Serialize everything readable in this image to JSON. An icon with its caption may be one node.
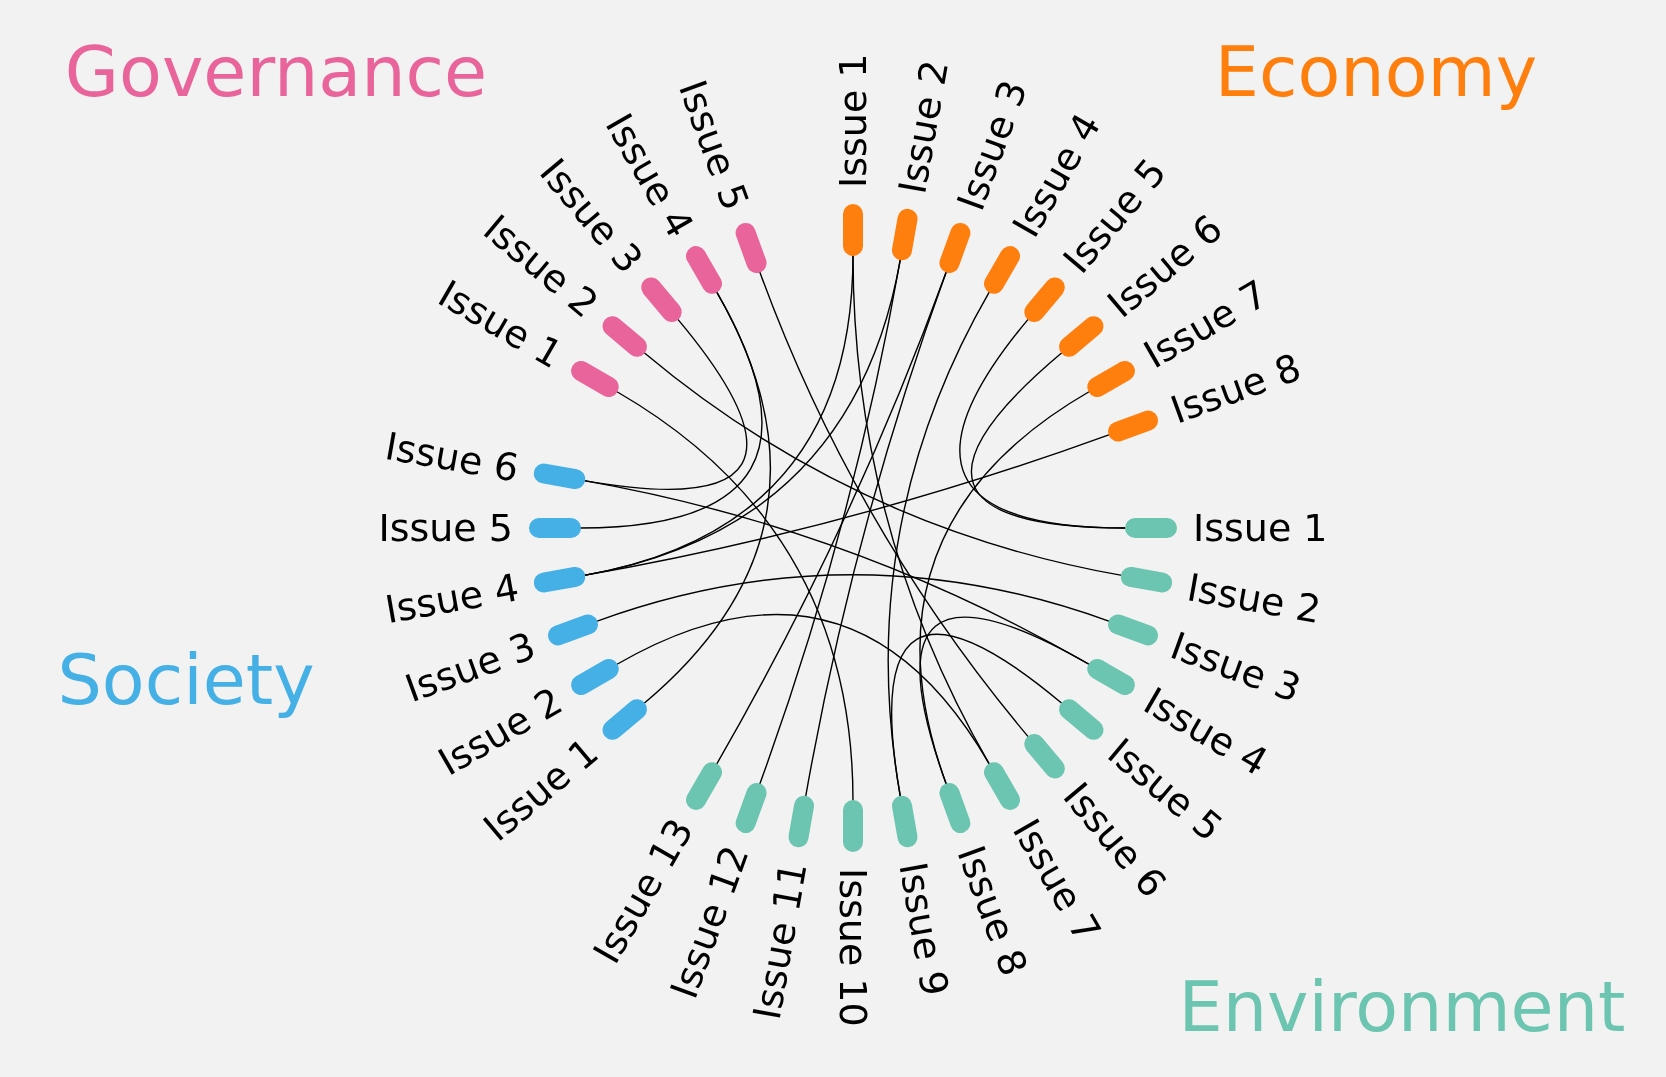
{
  "diagram": {
    "nodes": [
      {
        "text": [
          "Issue 1"
        ]
      },
      {
        "text": [
          "Issue 2"
        ]
      },
      {
        "text": [
          "Issue 3"
        ]
      },
      {
        "text": [
          "Issue 4"
        ]
      },
      {
        "text": [
          "Issue 5"
        ]
      },
      {
        "text": [
          "Issue 1"
        ]
      },
      {
        "text": [
          "Issue 2"
        ]
      },
      {
        "text": [
          "Issue 3"
        ]
      },
      {
        "text": [
          "Issue 4"
        ]
      },
      {
        "text": [
          "Issue 5"
        ]
      },
      {
        "text": [
          "Issue 6"
        ]
      },
      {
        "text": [
          "Issue 7"
        ]
      },
      {
        "text": [
          "Issue 8"
        ]
      },
      {
        "text": [
          "Issue 1"
        ]
      },
      {
        "text": [
          "Issue 2"
        ]
      },
      {
        "text": [
          "Issue 3"
        ]
      },
      {
        "text": [
          "Issue 4"
        ]
      },
      {
        "text": [
          "Issue 5"
        ]
      },
      {
        "text": [
          "Issue 6"
        ]
      },
      {
        "text": [
          "Issue 7"
        ]
      },
      {
        "text": [
          "Issue 8"
        ]
      },
      {
        "text": [
          "Issue 9"
        ]
      },
      {
        "text": [
          "Issue 10"
        ]
      },
      {
        "text": [
          "Issue 11"
        ]
      },
      {
        "text": [
          "Issue 12"
        ]
      },
      {
        "text": [
          "Issue 13"
        ]
      },
      {
        "text": [
          "Issue 1"
        ]
      },
      {
        "text": [
          "Issue 2"
        ]
      },
      {
        "text": [
          "Issue 3"
        ]
      },
      {
        "text": [
          "Issue 4"
        ]
      },
      {
        "text": [
          "Issue 5"
        ]
      },
      {
        "text": [
          "Issue 6"
        ]
      }
    ],
    "edges": [
      {
        "from": 0,
        "to": 22,
        "arrow": "none"
      },
      {
        "from": 1,
        "to": 14,
        "arrow": "none"
      },
      {
        "from": 2,
        "to": 31,
        "arrow": "none"
      },
      {
        "from": 3,
        "to": 30,
        "arrow": "none"
      },
      {
        "from": 3,
        "to": 26,
        "arrow": "none"
      },
      {
        "from": 4,
        "to": 18,
        "arrow": "none"
      },
      {
        "from": 5,
        "to": 29,
        "arrow": "none"
      },
      {
        "from": 5,
        "to": 19,
        "arrow": "none"
      },
      {
        "from": 6,
        "to": 29,
        "arrow": "none"
      },
      {
        "from": 6,
        "to": 24,
        "arrow": "none"
      },
      {
        "from": 7,
        "to": 25,
        "arrow": "none"
      },
      {
        "from": 7,
        "to": 23,
        "arrow": "none"
      },
      {
        "from": 8,
        "to": 21,
        "arrow": "none"
      },
      {
        "from": 9,
        "to": 13,
        "arrow": "none"
      },
      {
        "from": 10,
        "to": 13,
        "arrow": "none"
      },
      {
        "from": 11,
        "to": 20,
        "arrow": "none"
      },
      {
        "from": 12,
        "to": 29,
        "arrow": "none"
      },
      {
        "from": 31,
        "to": 16,
        "arrow": "none"
      },
      {
        "from": 28,
        "to": 15,
        "arrow": "none"
      },
      {
        "from": 27,
        "to": 19,
        "arrow": "none"
      },
      {
        "from": 16,
        "to": 20,
        "arrow": "none"
      },
      {
        "from": 17,
        "to": 21,
        "arrow": "none"
      }
    ],
    "labels": [
      "Governance",
      "Economy",
      "Society",
      "Environment"
    ]
  }
}
